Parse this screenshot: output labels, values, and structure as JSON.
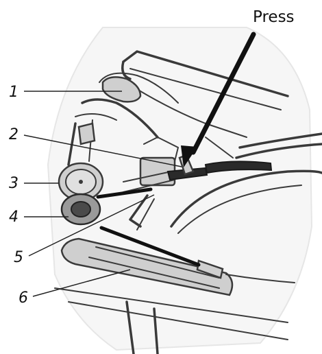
{
  "callouts": [
    {
      "label": "1"
    },
    {
      "label": "2"
    },
    {
      "label": "3"
    },
    {
      "label": "4"
    },
    {
      "label": "5"
    },
    {
      "label": "6"
    }
  ],
  "press_label": "Press"
}
